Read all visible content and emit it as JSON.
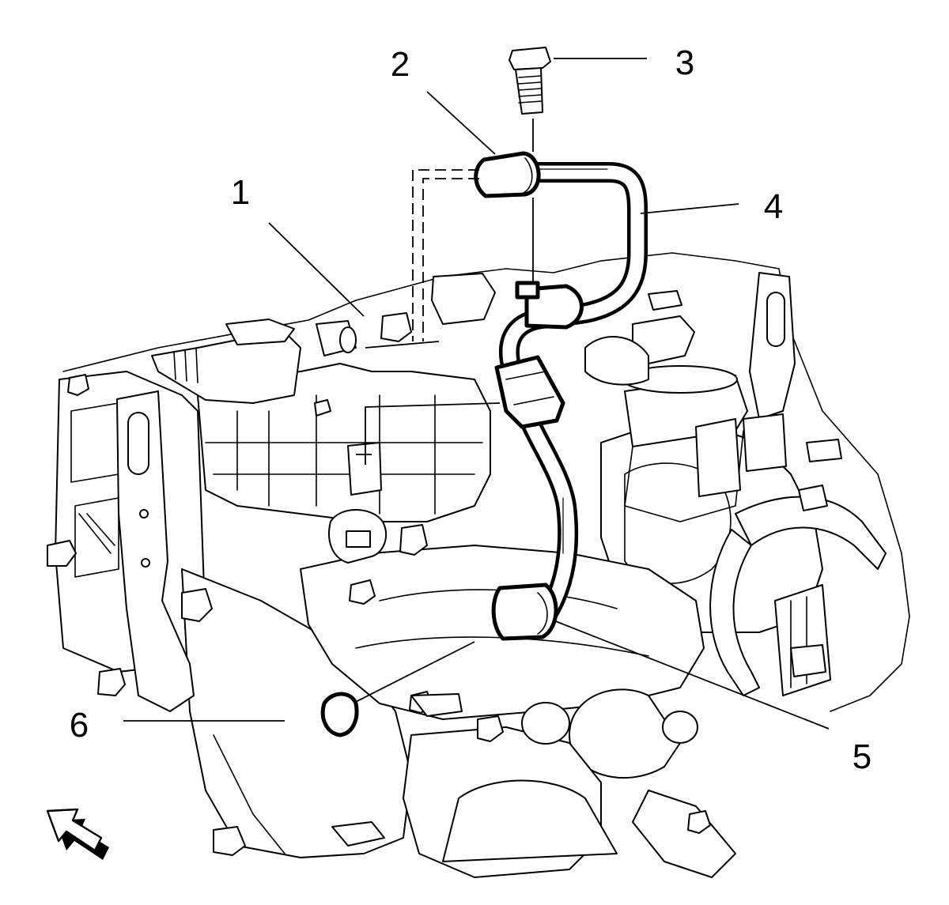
{
  "figure": {
    "callouts": [
      {
        "id": "1",
        "label": "1"
      },
      {
        "id": "2",
        "label": "2"
      },
      {
        "id": "3",
        "label": "3"
      },
      {
        "id": "4",
        "label": "4"
      },
      {
        "id": "5",
        "label": "5"
      },
      {
        "id": "6",
        "label": "6"
      }
    ],
    "icons": {
      "direction": "forward-arrow-icon"
    },
    "colors": {
      "line": "#000000",
      "background": "#ffffff"
    }
  }
}
